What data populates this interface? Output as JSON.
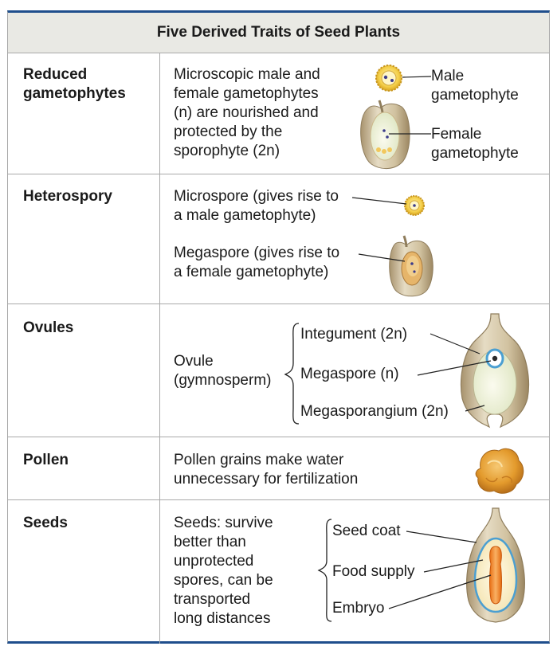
{
  "title": "Five Derived Traits of Seed Plants",
  "rows": [
    {
      "trait": "Reduced\ngametophytes",
      "description": "Microscopic male and\nfemale gametophytes\n(n) are nourished and\nprotected by the\nsporophyte (2n)",
      "labels": [
        "Male\ngametophyte",
        "Female\ngametophyte"
      ]
    },
    {
      "trait": "Heterospory",
      "descriptions": [
        "Microspore (gives rise to\na male gametophyte)",
        "Megaspore (gives rise to\na female gametophyte)"
      ]
    },
    {
      "trait": "Ovules",
      "description": "Ovule\n(gymnosperm)",
      "labels": [
        "Integument (2n)",
        "Megaspore (n)",
        "Megasporangium (2n)"
      ]
    },
    {
      "trait": "Pollen",
      "description": "Pollen grains make water\nunnecessary for fertilization"
    },
    {
      "trait": "Seeds",
      "description": "Seeds: survive\nbetter than\nunprotected\nspores, can be\ntransported\nlong distances",
      "labels": [
        "Seed coat",
        "Food supply",
        "Embryo"
      ]
    }
  ],
  "colors": {
    "header_bg": "#e9e9e4",
    "border_accent": "#1f4e8c",
    "spore_yellow": "#f0c43a",
    "tissue_tan": "#c9b48f",
    "megaspore_blue": "#4b9fd1",
    "embryo_orange": "#f0872a"
  }
}
